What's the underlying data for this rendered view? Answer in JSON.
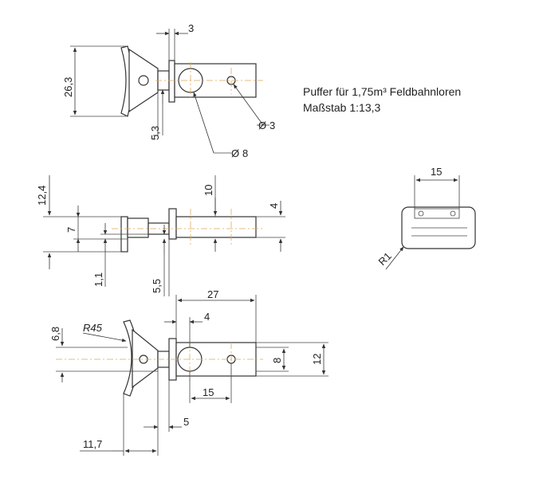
{
  "title": {
    "line1": "Puffer für 1,75m³ Feldbahnloren",
    "line2": "Maßstab 1:13,3"
  },
  "dimensions": {
    "top": {
      "d3": "3",
      "d26_3": "26,3",
      "d5_3": "5,3",
      "dia3": "3",
      "dia8": "8"
    },
    "middle": {
      "d12_4": "12,4",
      "d7": "7",
      "d1_1": "1,1",
      "d5_5": "5,5",
      "d10": "10",
      "d4": "4"
    },
    "bottom": {
      "d6_8": "6,8",
      "r45": "R45",
      "d27": "27",
      "d4": "4",
      "d8": "8",
      "d12": "12",
      "d15": "15",
      "d5": "5",
      "d11_7": "11,7"
    },
    "detail": {
      "d15": "15",
      "r1": "R1"
    }
  },
  "symbols": {
    "diameter": "Ø"
  }
}
